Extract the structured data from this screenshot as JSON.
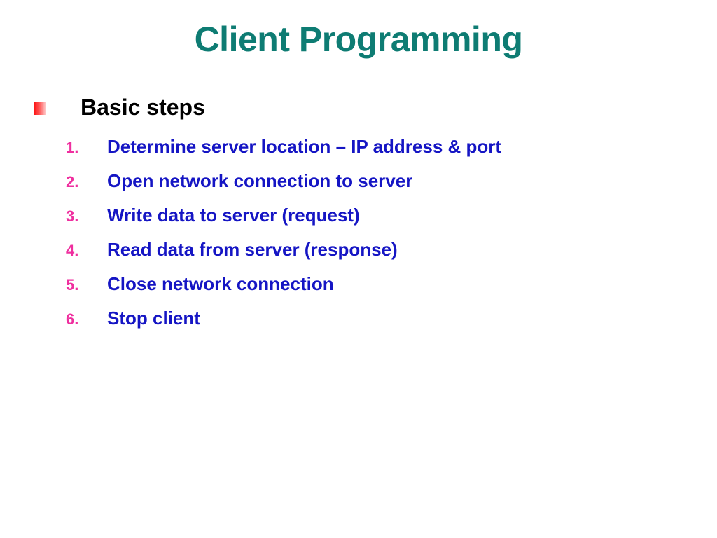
{
  "slide": {
    "title": "Client Programming",
    "title_color": "#0e7c73",
    "background_color": "#ffffff",
    "bullet": {
      "marker_icon": "red-gradient-square-bullet-icon",
      "marker_color_start": "#fb0a0a",
      "marker_color_end": "#ffd9d9",
      "label": "Basic steps",
      "label_color": "#000000"
    },
    "steps": {
      "number_color": "#ef2f9f",
      "text_color": "#1515c4",
      "items": [
        {
          "number": "1.",
          "text": "Determine server location – IP address & port"
        },
        {
          "number": "2.",
          "text": "Open network connection to server"
        },
        {
          "number": "3.",
          "text": "Write data to server (request)"
        },
        {
          "number": "4.",
          "text": "Read data from server (response)"
        },
        {
          "number": "5.",
          "text": "Close network connection"
        },
        {
          "number": "6.",
          "text": "Stop client"
        }
      ]
    }
  }
}
